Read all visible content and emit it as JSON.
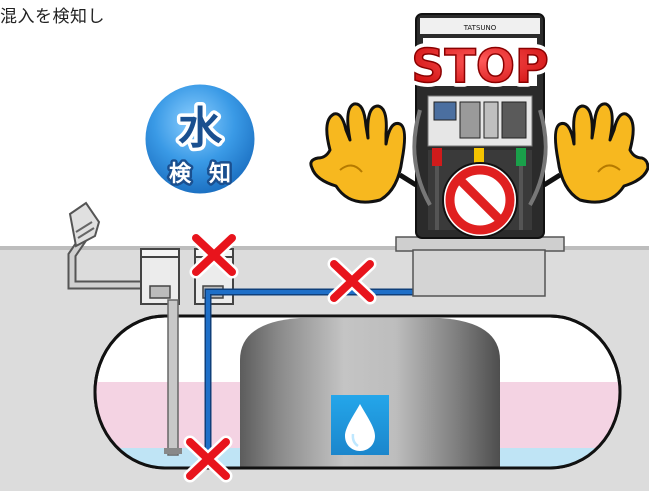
{
  "caption": "混入を検知し",
  "badge": {
    "main": "水",
    "sub1": "検",
    "sub2": "知"
  },
  "pump": {
    "brand": "TATSUNO",
    "stop_text": "STOP"
  },
  "colors": {
    "water_blue": "#1e5fa8",
    "stop_red": "#e02020",
    "x_red": "#e8141c",
    "ground": "#d9d9d9",
    "tank_pink": "#f4d3e3",
    "badge_blue": "#2f8fd8",
    "hand_yellow": "#f7b81f"
  },
  "icons": [
    "water-drop-icon",
    "prohibited-icon",
    "cross-mark-icon"
  ]
}
